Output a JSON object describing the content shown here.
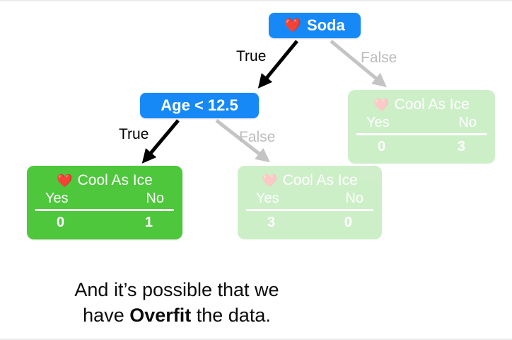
{
  "colors": {
    "node_blue": "#1789f7",
    "leaf_green": "#4ec73c",
    "heart_red": "#ff4136",
    "arrow_true": "#000000",
    "arrow_false": "#c4c4c4",
    "false_label_gray": "#bcbcbc"
  },
  "tree": {
    "root": {
      "icon": "❤️",
      "label": "Soda"
    },
    "age_node": {
      "label": "Age < 12.5"
    },
    "branch_labels": {
      "root_true": "True",
      "root_false": "False",
      "age_true": "True",
      "age_false": "False"
    },
    "leaves": [
      {
        "icon": "❤️",
        "title": "Cool As Ice",
        "col_yes": "Yes",
        "col_no": "No",
        "val_yes": "0",
        "val_no": "1"
      },
      {
        "icon": "❤️",
        "title": "Cool As Ice",
        "col_yes": "Yes",
        "col_no": "No",
        "val_yes": "3",
        "val_no": "0"
      },
      {
        "icon": "❤️",
        "title": "Cool As Ice",
        "col_yes": "Yes",
        "col_no": "No",
        "val_yes": "0",
        "val_no": "3"
      }
    ]
  },
  "caption": {
    "line1": "And it’s possible that we",
    "line2_pre": "have ",
    "line2_bold": "Overfit",
    "line2_post": " the data."
  }
}
